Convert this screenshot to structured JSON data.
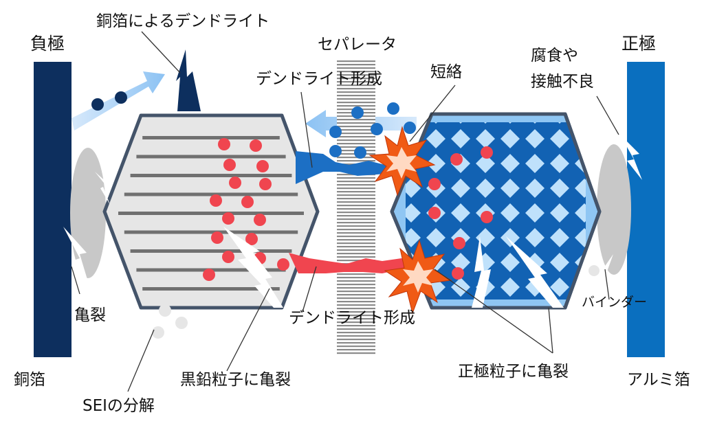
{
  "labels": {
    "negative_electrode": "負極",
    "positive_electrode": "正極",
    "separator": "セパレータ",
    "copper_dendrite": "銅箔によるデンドライト",
    "dendrite_upper": "デンドライト形成",
    "dendrite_lower": "デンドライト形成",
    "short_circuit": "短絡",
    "corrosion_line1": "腐食や",
    "corrosion_line2": "接触不良",
    "crack_left": "亀裂",
    "binder": "バインダー",
    "copper_foil": "銅箔",
    "aluminum_foil": "アルミ箔",
    "sei_decomposition": "SEIの分解",
    "graphite_crack": "黒鉛粒子に亀裂",
    "cathode_crack": "正極粒子に亀裂"
  },
  "colors": {
    "anode_collector": "#0d2f5e",
    "cathode_collector": "#0a6fbf",
    "graphite_fill": "#e6e6e6",
    "graphite_layer": "#707070",
    "lithium_red": "#f0454f",
    "lithium_blue": "#1c6fc4",
    "cathode_dark": "#1262b3",
    "cathode_light": "#bfe1fb",
    "flash_orange": "#f05a15"
  }
}
